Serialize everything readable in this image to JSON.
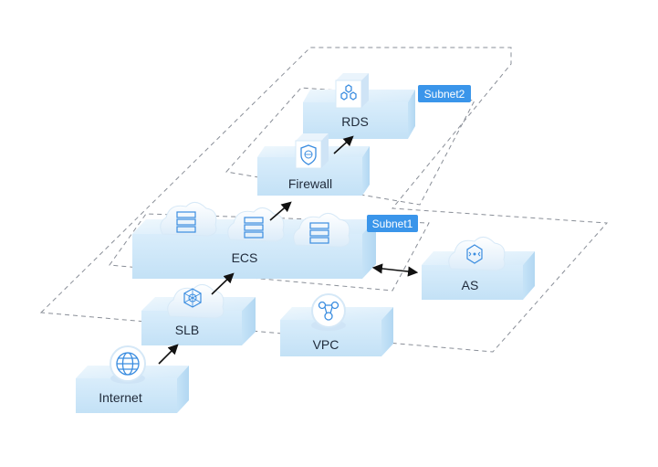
{
  "nodes": {
    "rds": "RDS",
    "firewall": "Firewall",
    "ecs": "ECS",
    "as": "AS",
    "slb": "SLB",
    "vpc": "VPC",
    "internet": "Internet"
  },
  "tags": {
    "subnet2": "Subnet2",
    "subnet1": "Subnet1"
  },
  "icons": {
    "rds": "hexagon-cluster-icon",
    "firewall": "shield-globe-icon",
    "ecs": "server-rack-icon",
    "as": "auto-scaling-icon",
    "slb": "load-balancer-icon",
    "vpc": "network-nodes-icon",
    "internet": "globe-icon"
  },
  "colors": {
    "platform_top": "#e4f1fb",
    "platform_front": "#cde6f8",
    "platform_side": "#b9dbf3",
    "icon_stroke": "#3b8de0",
    "tag_bg": "#3a95ea"
  }
}
